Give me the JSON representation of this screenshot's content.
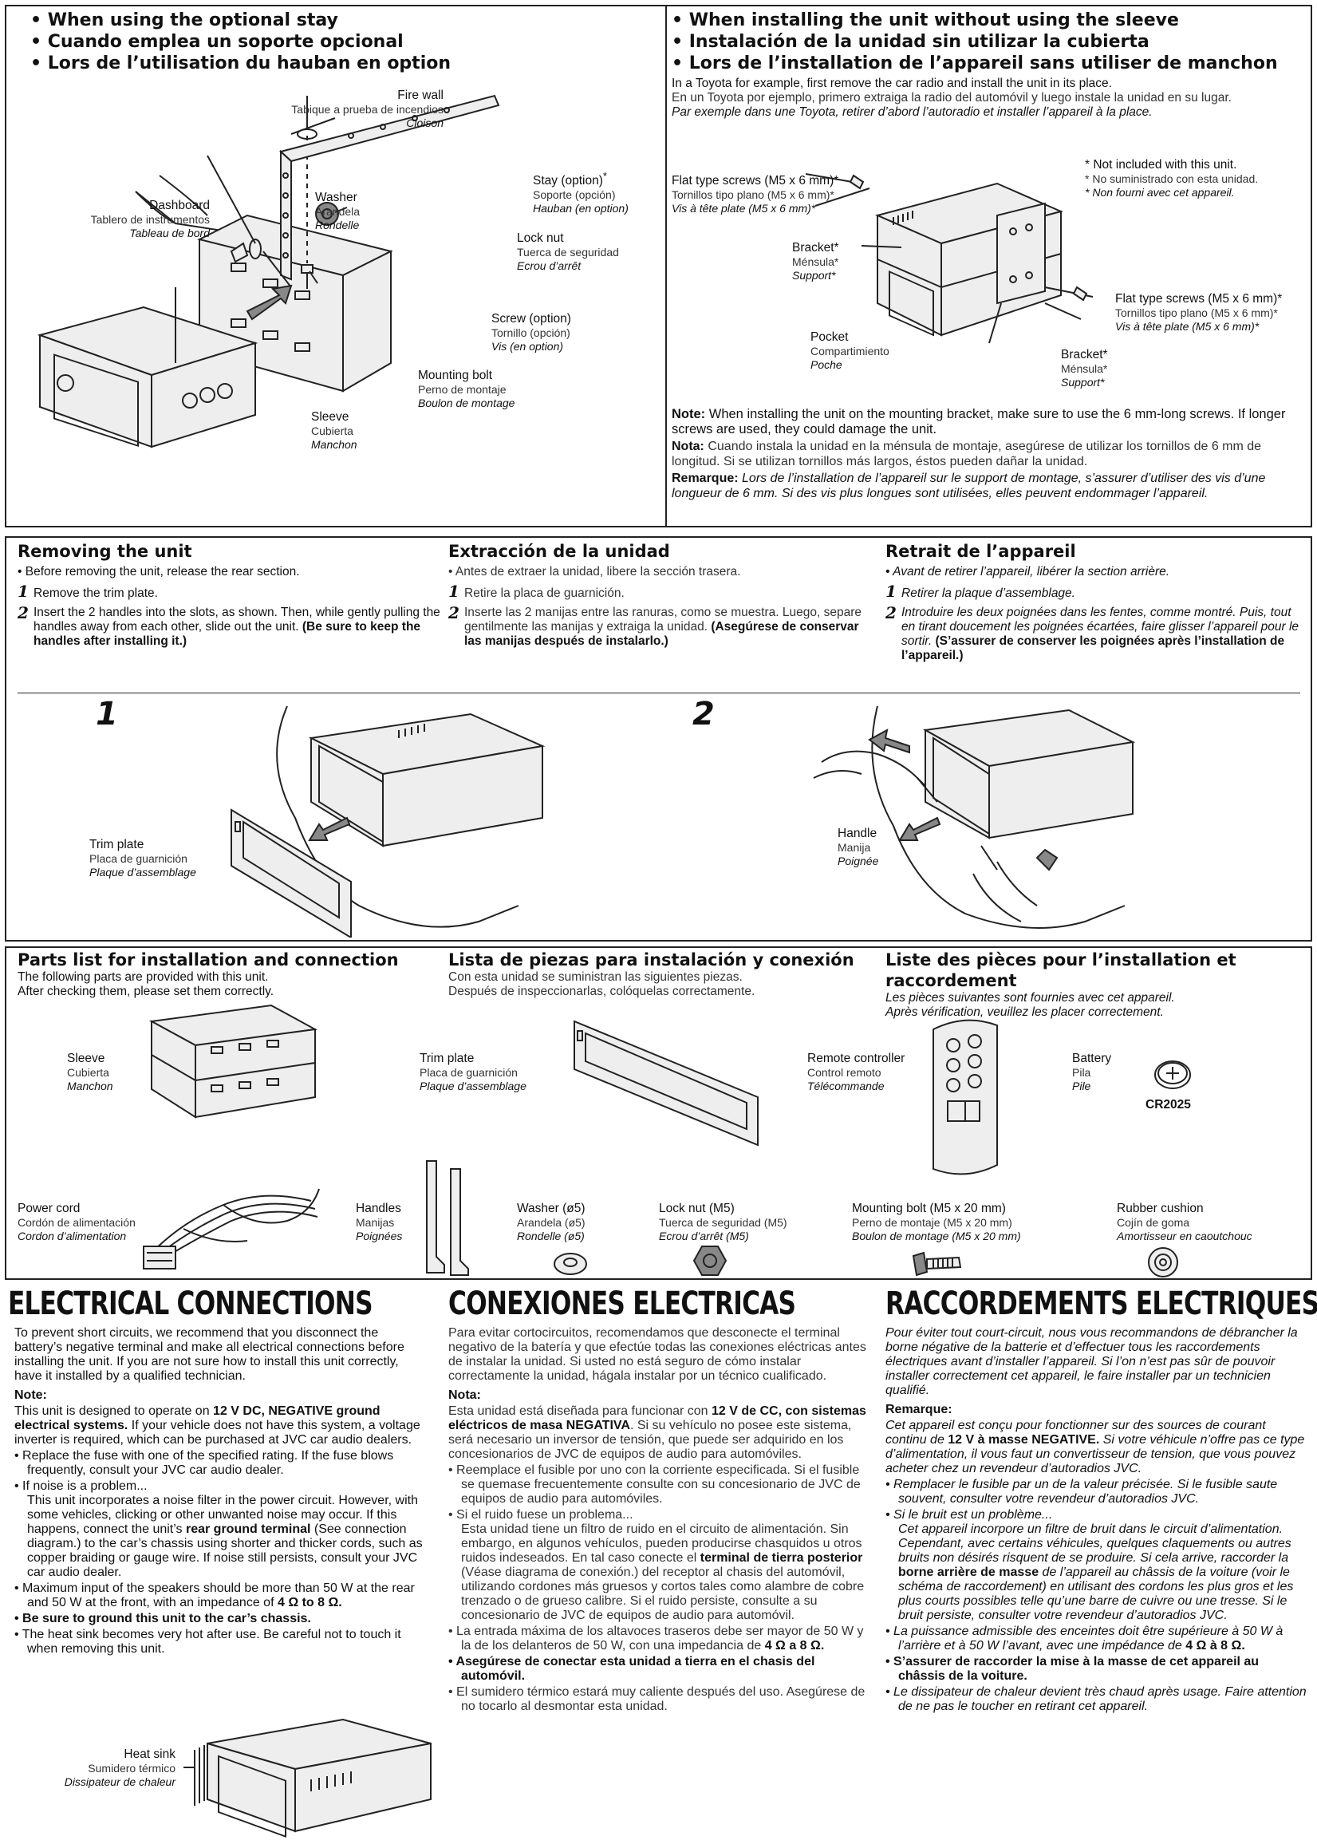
{
  "stay": {
    "h1": "• When using the optional stay",
    "h2": "• Cuando emplea un soporte opcional",
    "h3": "• Lors de l’utilisation du hauban en option",
    "firewall": [
      "Fire wall",
      "Tabique a prueba de incendios",
      "Cloison"
    ],
    "dashboard": [
      "Dashboard",
      "Tablero de instrumentos",
      "Tableau de bord"
    ],
    "washer": [
      "Washer",
      "Arandela",
      "Rondelle"
    ],
    "stay_opt": [
      "Stay (option)",
      "Soporte (opción)",
      "Hauban (en option)"
    ],
    "asterisk": "*",
    "locknut": [
      "Lock nut",
      "Tuerca de seguridad",
      "Ecrou d’arrêt"
    ],
    "screw": [
      "Screw (option)",
      "Tornillo (opción)",
      "Vis (en option)"
    ],
    "mounting": [
      "Mounting bolt",
      "Perno de montaje",
      "Boulon de montage"
    ],
    "sleeve": [
      "Sleeve",
      "Cubierta",
      "Manchon"
    ]
  },
  "nosleeve": {
    "h1": "• When installing the unit without using the sleeve",
    "h2": "• Instalación de la unidad sin utilizar la cubierta",
    "h3": "• Lors de l’installation de l’appareil sans utiliser de manchon",
    "p_en": "In a Toyota for example, first remove the car radio and install the unit in its place.",
    "p_es": "En un Toyota por ejemplo, primero extraiga la radio del automóvil y luego instale la unidad en su lugar.",
    "p_fr": "Par exemple dans une Toyota, retirer d’abord l’autoradio et installer l’appareil à la place.",
    "notincl": [
      "* Not included with this unit.",
      "* No suministrado con esta unidad.",
      "* Non fourni avec cet appareil."
    ],
    "flat1": [
      "Flat type screws (M5 x 6 mm)*",
      "Tornillos tipo plano (M5 x 6 mm)*",
      "Vis à tête plate (M5 x 6 mm)*"
    ],
    "bracket1": [
      "Bracket*",
      "Ménsula*",
      "Support*"
    ],
    "flat2": [
      "Flat type screws (M5 x 6 mm)*",
      "Tornillos tipo plano (M5 x 6 mm)*",
      "Vis à tête plate (M5 x 6 mm)*"
    ],
    "pocket": [
      "Pocket",
      "Compartimiento",
      "Poche"
    ],
    "bracket2": [
      "Bracket*",
      "Ménsula*",
      "Support*"
    ],
    "note_en_b": "Note:",
    "note_en": " When installing the unit on the mounting bracket, make sure to use the 6 mm-long screws. If longer screws are used, they could damage the unit.",
    "note_es_b": "Nota:",
    "note_es": " Cuando instala la unidad en la ménsula de montaje, asegúrese de utilizar los tornillos de 6 mm de longitud. Si se utilizan tornillos más largos, éstos pueden dañar la unidad.",
    "note_fr_b": "Remarque:",
    "note_fr": " Lors de l’installation de l’appareil sur le support de montage, s’assurer d’utiliser des vis d’une longueur de 6 mm. Si des vis plus longues sont utilisées, elles peuvent endommager l’appareil."
  },
  "removing": {
    "en_title": "Removing the unit",
    "en_b": "• Before removing the unit, release the rear section.",
    "en_1": "Remove the trim plate.",
    "en_2": "Insert the 2 handles into the slots, as shown. Then, while gently pulling the handles away from each other, slide out the unit.",
    "en_2b": " (Be sure to keep the handles after installing it.)",
    "es_title": "Extracción de la unidad",
    "es_b": "• Antes de extraer la unidad, libere la sección trasera.",
    "es_1": "Retire la placa de guarnición.",
    "es_2": "Inserte las 2 manijas entre las ranuras, como se muestra. Luego, separe gentilmente las manijas y extraiga la unidad.",
    "es_2b": " (Asegúrese de conservar las manijas después de instalarlo.)",
    "fr_title": "Retrait de l’appareil",
    "fr_b": "• Avant de retirer l’appareil, libérer la section arrière.",
    "fr_1": "Retirer la plaque d’assemblage.",
    "fr_2": "Introduire les deux poignées dans les fentes, comme montré. Puis, tout en tirant doucement les poignées écartées, faire glisser l’appareil pour le sortir.",
    "fr_2b": " (S’assurer de conserver les poignées après l’installation de l’appareil.)",
    "n1": "1",
    "n2": "2",
    "num1": "1",
    "num2": "2",
    "trim": [
      "Trim plate",
      "Placa de guarnición",
      "Plaque d’assemblage"
    ],
    "handle": [
      "Handle",
      "Manija",
      "Poignée"
    ]
  },
  "parts": {
    "en_title": "Parts list for installation and connection",
    "en_1": "The following parts are provided with this unit.",
    "en_2": "After checking them, please set them correctly.",
    "es_title": "Lista de piezas para instalación y conexión",
    "es_1": "Con esta unidad se suministran las siguientes piezas.",
    "es_2": "Después de inspeccionarlas, colóquelas correctamente.",
    "fr_title1": "Liste des pièces pour l’installation et",
    "fr_title2": "raccordement",
    "fr_1": "Les pièces suivantes sont fournies avec cet appareil.",
    "fr_2": "Après vérification, veuillez les placer correctement.",
    "sleeve": [
      "Sleeve",
      "Cubierta",
      "Manchon"
    ],
    "trim": [
      "Trim plate",
      "Placa de guarnición",
      "Plaque d’assemblage"
    ],
    "remote": [
      "Remote controller",
      "Control remoto",
      "Télécommande"
    ],
    "battery": [
      "Battery",
      "Pila",
      "Pile"
    ],
    "cr": "CR2025",
    "power": [
      "Power cord",
      "Cordón de alimentación",
      "Cordon d’alimentation"
    ],
    "handles": [
      "Handles",
      "Manijas",
      "Poignées"
    ],
    "washer": [
      "Washer (ø5)",
      "Arandela (ø5)",
      "Rondelle (ø5)"
    ],
    "locknut": [
      "Lock nut (M5)",
      "Tuerca de seguridad (M5)",
      "Ecrou d’arrêt (M5)"
    ],
    "bolt": [
      "Mounting bolt (M5 x 20 mm)",
      "Perno de montaje (M5 x 20 mm)",
      "Boulon de montage (M5 x 20 mm)"
    ],
    "rubber": [
      "Rubber cushion",
      "Cojín de goma",
      "Amortisseur en caoutchouc"
    ]
  },
  "elec": {
    "en_title": "ELECTRICAL CONNECTIONS",
    "en_intro": "To prevent short circuits, we recommend that you disconnect the battery’s negative terminal and make all electrical connections before installing the unit. If you are not sure how to install this unit correctly, have it installed by a qualified technician.",
    "en_note": "Note:",
    "en_n1": "This unit is designed to operate on ",
    "en_n1b": "12 V DC, NEGATIVE ground electrical systems.",
    "en_n1c": " If your vehicle does not have this system, a voltage inverter is required, which can be purchased at JVC car audio dealers.",
    "en_b1": "• Replace the fuse with one of the specified rating. If the fuse blows frequently, consult your JVC car audio dealer.",
    "en_b2": "• If noise is a problem...",
    "en_b2a": "This unit incorporates a noise filter in the power circuit. However, with some vehicles, clicking or other unwanted noise may occur. If this happens, connect the unit’s ",
    "en_b2b": "rear ground terminal",
    "en_b2c": " (See connection diagram.) to the car’s chassis using shorter and thicker cords, such as copper braiding or gauge wire. If noise still persists, consult your JVC car audio dealer.",
    "en_b3": "• Maximum input of the speakers should be more than 50 W at the rear and 50 W at the front, with an impedance of ",
    "en_b3b": "4 Ω to 8 Ω.",
    "en_b4": "• Be sure to ground this unit to the car’s chassis.",
    "en_b5": "• The heat sink becomes very hot after use. Be careful not to touch it when removing this unit.",
    "heatsink": [
      "Heat sink",
      "Sumidero térmico",
      "Dissipateur de chaleur"
    ],
    "es_title": "CONEXIONES ELECTRICAS",
    "es_intro": "Para evitar cortocircuitos, recomendamos que desconecte el terminal negativo de la batería y que efectúe todas las conexiones eléctricas antes de instalar la unidad. Si usted no está seguro de cómo instalar correctamente la unidad, hágala instalar por un técnico cualificado.",
    "es_note": "Nota:",
    "es_n1": "Esta unidad está diseñada para funcionar con ",
    "es_n1b": "12 V de CC, con sistemas eléctricos de masa NEGATIVA",
    "es_n1c": ". Si su vehículo no posee este sistema, será necesario un inversor de tensión, que puede ser adquirido en los concesionarios de JVC de equipos de audio para automóviles.",
    "es_b1": "• Reemplace el fusible por uno con la corriente especificada. Si el fusible se quemase frecuentemente consulte con su concesionario de JVC de equipos de audio para automóviles.",
    "es_b2": "• Si el ruido fuese un problema...",
    "es_b2a": "Esta unidad tiene un filtro de ruido en el circuito de alimentación. Sin embargo, en algunos vehículos, pueden producirse chasquidos u otros ruidos indeseados. En tal caso conecte el ",
    "es_b2b": "terminal de tierra posterior",
    "es_b2c": " (Véase diagrama de conexión.) del receptor al chasis del automóvil, utilizando cordones más gruesos y cortos tales como alambre de cobre trenzado o de grueso calibre. Si el ruido persiste, consulte a su concesionario de JVC de equipos de audio para automóvil.",
    "es_b3": "• La entrada máxima de los altavoces traseros debe ser mayor de 50 W y la de los delanteros de 50 W, con una impedancia de ",
    "es_b3b": "4 Ω a 8 Ω.",
    "es_b4": "• Asegúrese de conectar esta unidad a tierra en el chasis del automóvil.",
    "es_b5": "• El sumidero térmico estará muy caliente después del uso. Asegúrese de no tocarlo al desmontar esta unidad.",
    "fr_title": "RACCORDEMENTS ELECTRIQUES",
    "fr_intro": "Pour éviter tout court-circuit, nous vous recommandons de débrancher la borne négative de la batterie et d’effectuer tous les raccordements électriques avant d’installer l’appareil. Si l’on n’est pas sûr de pouvoir installer correctement cet appareil, le faire installer par un technicien qualifié.",
    "fr_note": "Remarque:",
    "fr_n1": "Cet appareil est conçu pour fonctionner sur des sources de courant continu de ",
    "fr_n1b": "12 V à masse NEGATIVE.",
    "fr_n1c": " Si votre véhicule n’offre pas ce type d’alimentation, il vous faut un convertisseur de tension, que vous pouvez acheter chez un revendeur d’autoradios JVC.",
    "fr_b1": "• Remplacer le fusible par un de la valeur précisée. Si le fusible saute souvent, consulter votre revendeur d’autoradios JVC.",
    "fr_b2": "• Si le bruit est un problème...",
    "fr_b2a": "Cet appareil incorpore un filtre de bruit dans le circuit d’alimentation. Cependant, avec certains véhicules, quelques claquements ou autres bruits non désirés risquent de se produire. Si cela arrive, raccorder la ",
    "fr_b2b": "borne arrière de masse",
    "fr_b2c": " de l’appareil au châssis de la voiture (voir le schéma de raccordement) en utilisant des cordons les plus gros et les plus courts possibles telle qu’une barre de cuivre ou une tresse. Si le bruit persiste, consulter votre revendeur d’autoradios JVC.",
    "fr_b3": "• La puissance admissible des enceintes doit être supérieure à 50 W à l’arrière et à 50 W l’avant, avec une impédance de ",
    "fr_b3b": "4 Ω à 8 Ω.",
    "fr_b4": "• S’assurer de raccorder la mise à la masse de cet appareil au châssis de la voiture.",
    "fr_b5": "• Le dissipateur de chaleur devient très chaud après usage. Faire attention de ne pas le toucher en retirant cet appareil."
  }
}
